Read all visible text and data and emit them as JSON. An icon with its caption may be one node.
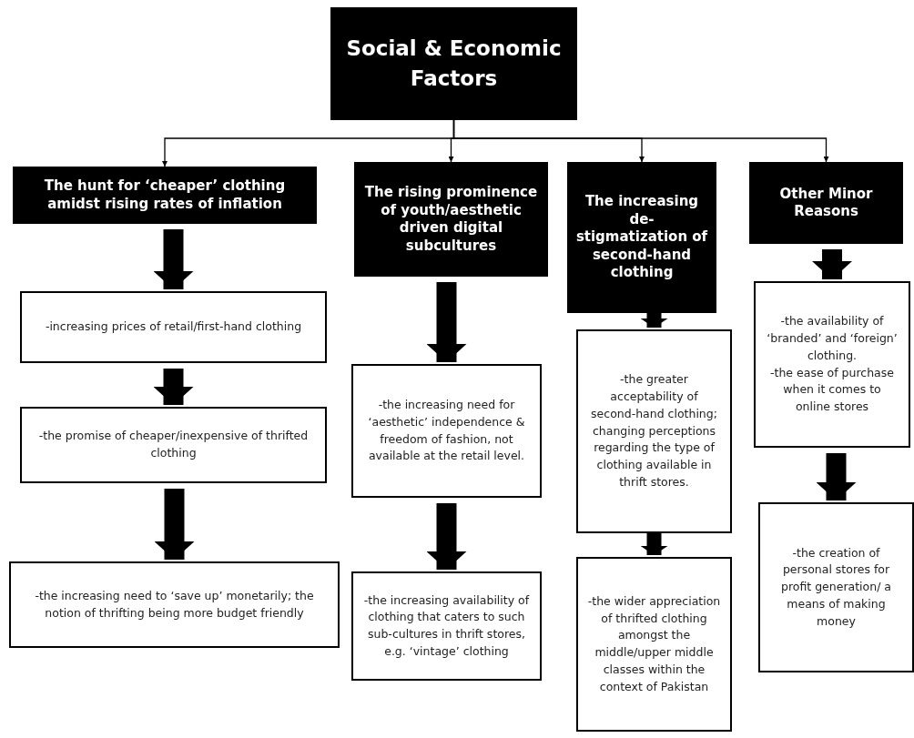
{
  "diagram": {
    "nodes": [
      {
        "text": [
          "Social & Economic Factors"
        ]
      },
      {
        "text": [
          "The hunt for ‘cheaper’ clothing amidst rising rates of inflation"
        ]
      },
      {
        "text": [
          "The rising prominence of youth/aesthetic driven digital subcultures"
        ]
      },
      {
        "text": [
          "The increasing de-stigmatization of second-hand clothing"
        ]
      },
      {
        "text": [
          "Other Minor Reasons"
        ]
      },
      {
        "text": [
          "-increasing prices of retail/first-hand clothing"
        ]
      },
      {
        "text": [
          "-the promise of cheaper/inexpensive of thrifted clothing"
        ]
      },
      {
        "text": [
          "-the increasing need to ‘save up’ monetarily; the notion of thrifting being more budget friendly"
        ]
      },
      {
        "text": [
          "-the increasing need for ‘aesthetic’ independence & freedom of fashion, not available at the retail level."
        ]
      },
      {
        "text": [
          "-the increasing availability of clothing that caters to such sub-cultures in thrift stores, e.g. ‘vintage’ clothing"
        ]
      },
      {
        "text": [
          "-the greater acceptability of second-hand clothing; changing perceptions regarding the type of clothing available in thrift stores."
        ]
      },
      {
        "text": [
          "-the wider appreciation of thrifted clothing amongst the middle/upper middle classes within the context of Pakistan"
        ]
      },
      {
        "text": [
          "-the availability of ‘branded’ and ‘foreign’ clothing.",
          "-the ease of purchase when it comes to online stores"
        ]
      },
      {
        "text": [
          "-the creation of personal stores for profit generation/ a means of making money"
        ]
      }
    ],
    "edges": [
      {
        "from": 0,
        "to": 1,
        "arrow": "to"
      },
      {
        "from": 0,
        "to": 2,
        "arrow": "to"
      },
      {
        "from": 0,
        "to": 3,
        "arrow": "to"
      },
      {
        "from": 0,
        "to": 4,
        "arrow": "to"
      },
      {
        "from": 1,
        "to": 5,
        "arrow": "to"
      },
      {
        "from": 5,
        "to": 6,
        "arrow": "to"
      },
      {
        "from": 6,
        "to": 7,
        "arrow": "to"
      },
      {
        "from": 2,
        "to": 8,
        "arrow": "to"
      },
      {
        "from": 8,
        "to": 9,
        "arrow": "to"
      },
      {
        "from": 3,
        "to": 10,
        "arrow": "to"
      },
      {
        "from": 10,
        "to": 11,
        "arrow": "to"
      },
      {
        "from": 4,
        "to": 12,
        "arrow": "to"
      },
      {
        "from": 12,
        "to": 13,
        "arrow": "to"
      }
    ]
  }
}
